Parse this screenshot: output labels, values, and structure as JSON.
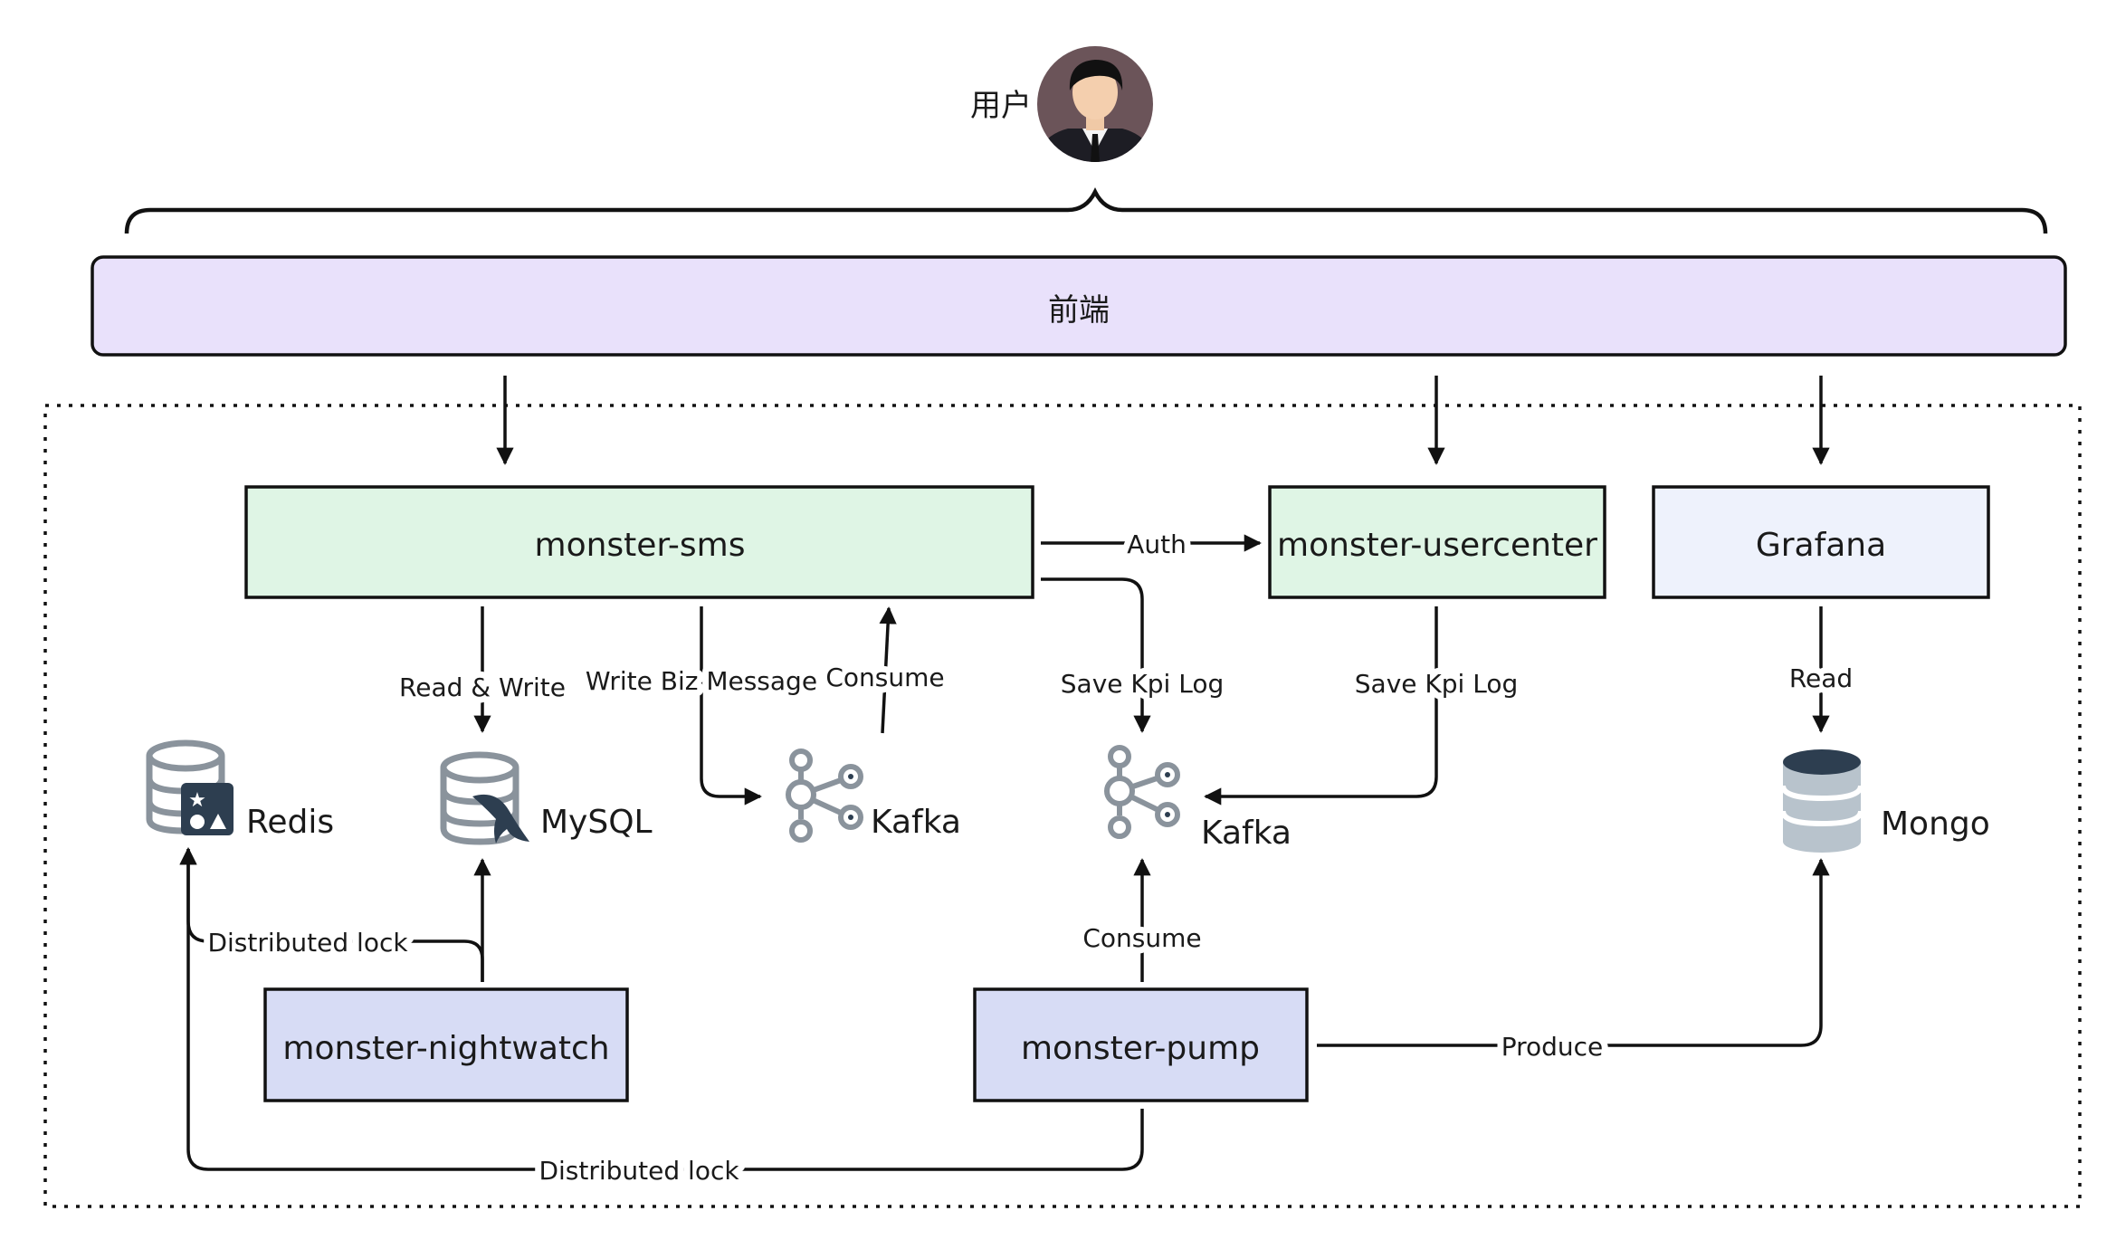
{
  "user": {
    "label": "用户"
  },
  "frontend": {
    "label": "前端"
  },
  "services": {
    "sms": "monster-sms",
    "usercenter": "monster-usercenter",
    "grafana": "Grafana",
    "nightwatch": "monster-nightwatch",
    "pump": "monster-pump"
  },
  "stores": {
    "redis": "Redis",
    "mysql": "MySQL",
    "kafka1": "Kafka",
    "kafka2": "Kafka",
    "mongo": "Mongo"
  },
  "edges": {
    "auth": "Auth",
    "read_write": "Read & Write",
    "write_biz": "Write Biz Message",
    "consume_sms": "Consume",
    "save_kpi_sms": "Save Kpi Log",
    "save_kpi_uc": "Save Kpi Log",
    "read_grafana": "Read",
    "distributed_lock_nw": "Distributed lock",
    "consume_pump": "Consume",
    "produce": "Produce",
    "distributed_lock_pump": "Distributed lock"
  },
  "colors": {
    "frontend_fill": "#e9e1fb",
    "service_green": "#dff5e5",
    "grafana_fill": "#eef2fc",
    "lower_fill": "#d7dcf5",
    "icon_gray": "#8a939c",
    "icon_dark": "#2d3e50",
    "mongo_light": "#b8c3cc"
  }
}
